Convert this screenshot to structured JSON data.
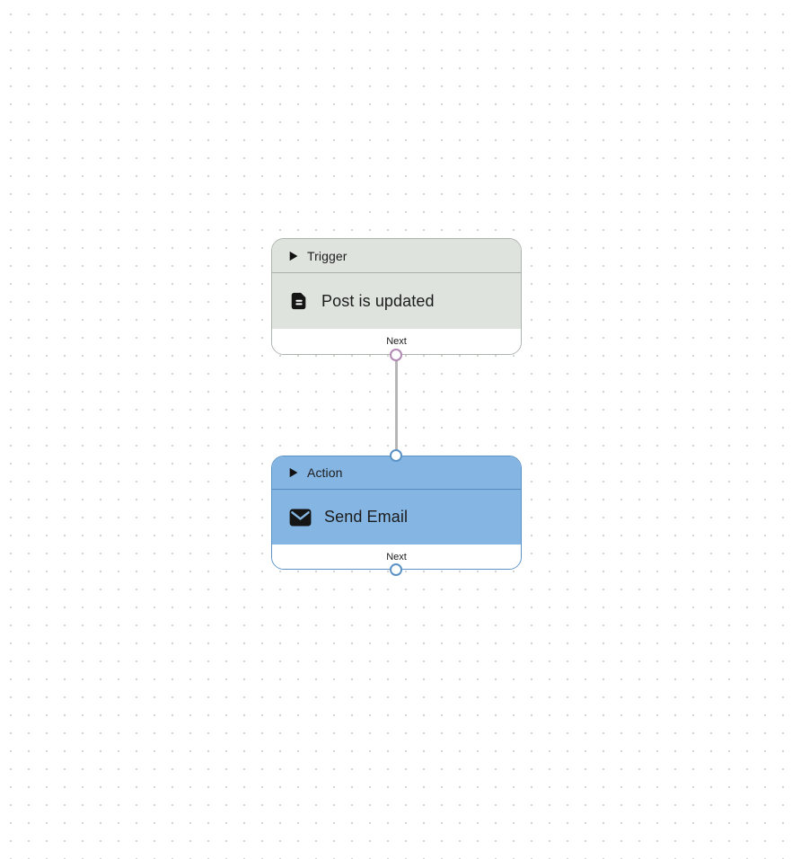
{
  "canvas": {
    "background_color": "#ffffff",
    "dot_grid_color": "#d4d6d4"
  },
  "nodes": [
    {
      "kind": "trigger",
      "type_label": "Trigger",
      "title": "Post is updated",
      "footer_label": "Next",
      "icon": "document-icon",
      "collapse_icon": "play-triangle-icon",
      "colors": {
        "fill": "#dee3de",
        "border": "#adb3ad",
        "divider": "#a9b0a9",
        "port_ring": "#b289b2",
        "text": "#1c1c1c"
      }
    },
    {
      "kind": "action",
      "type_label": "Action",
      "title": "Send Email",
      "footer_label": "Next",
      "icon": "envelope-icon",
      "collapse_icon": "play-triangle-icon",
      "colors": {
        "fill": "#85b5e3",
        "border": "#5b92c6",
        "divider": "#568cc0",
        "port_ring": "#5b92c6",
        "text": "#1c1c1c"
      }
    }
  ],
  "edge": {
    "from": "trigger-output-port",
    "to": "action-input-port",
    "color": "#b6b6b6"
  }
}
